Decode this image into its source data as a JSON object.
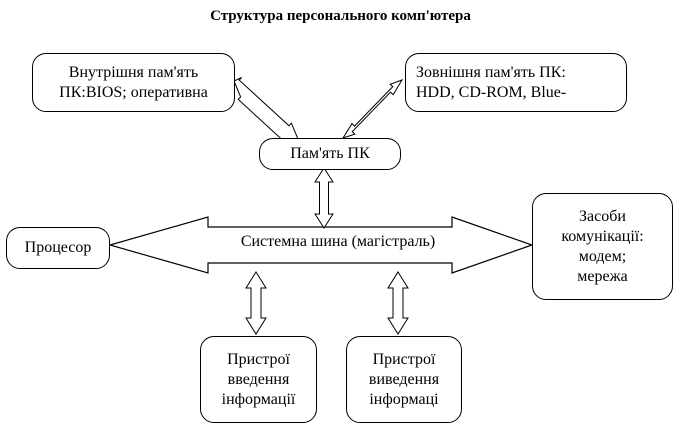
{
  "title": "Структура персонального комп'ютера",
  "nodes": {
    "internal_memory": "Внутрішня пам'ять\nПК:BIOS; оперативна",
    "external_memory": "Зовнішня пам'ять ПК:\nHDD, CD-ROM, Blue-",
    "pc_memory": "Пам'ять ПК",
    "processor": "Процесор",
    "system_bus": "Системна шина (магістраль)",
    "communication": "Засоби\nкомунікації:\nмодем;\nмережа",
    "input_devices": "Пристрої\nвведення\nінформації",
    "output_devices": "Пристрої\nвиведення\nінформаці"
  }
}
